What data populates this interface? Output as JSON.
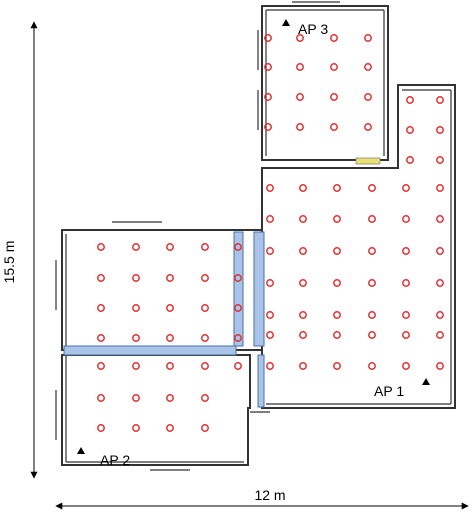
{
  "dimensions": {
    "height_label": "15.5 m",
    "width_label": "12 m"
  },
  "access_points": [
    {
      "label": "AP 1"
    },
    {
      "label": "AP 2"
    },
    {
      "label": "AP 3"
    }
  ],
  "colors": {
    "wall": "#333333",
    "measurement_point": "#e03030",
    "corridor": "#a9c4e8",
    "corridor_edge": "#4a6fa5",
    "door": "#e8e070"
  },
  "icons": {
    "access_point": "triangle-icon",
    "measurement_point": "circle-icon"
  }
}
